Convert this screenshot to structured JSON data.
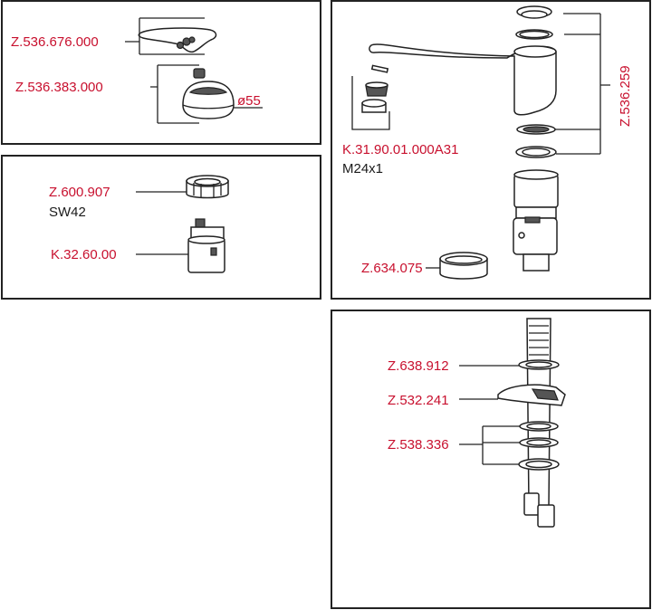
{
  "colors": {
    "label_red": "#c8102e",
    "label_black": "#1a1a1a",
    "line": "#222222"
  },
  "panel_lever": {
    "lever_label": "Z.536.676.000",
    "cap_label": "Z.536.383.000",
    "diameter_label": "ø55"
  },
  "panel_cartridge": {
    "nut_label": "Z.600.907",
    "nut_size": "SW42",
    "cartridge_label": "K.32.60.00"
  },
  "panel_spout": {
    "aerator_label": "K.31.90.01.000A31",
    "aerator_thread": "M24x1",
    "seal_set_label": "Z.536.259",
    "sleeve_label": "Z.634.075"
  },
  "panel_mounting": {
    "washer_label": "Z.638.912",
    "bracket_label": "Z.532.241",
    "seals_label": "Z.538.336"
  }
}
